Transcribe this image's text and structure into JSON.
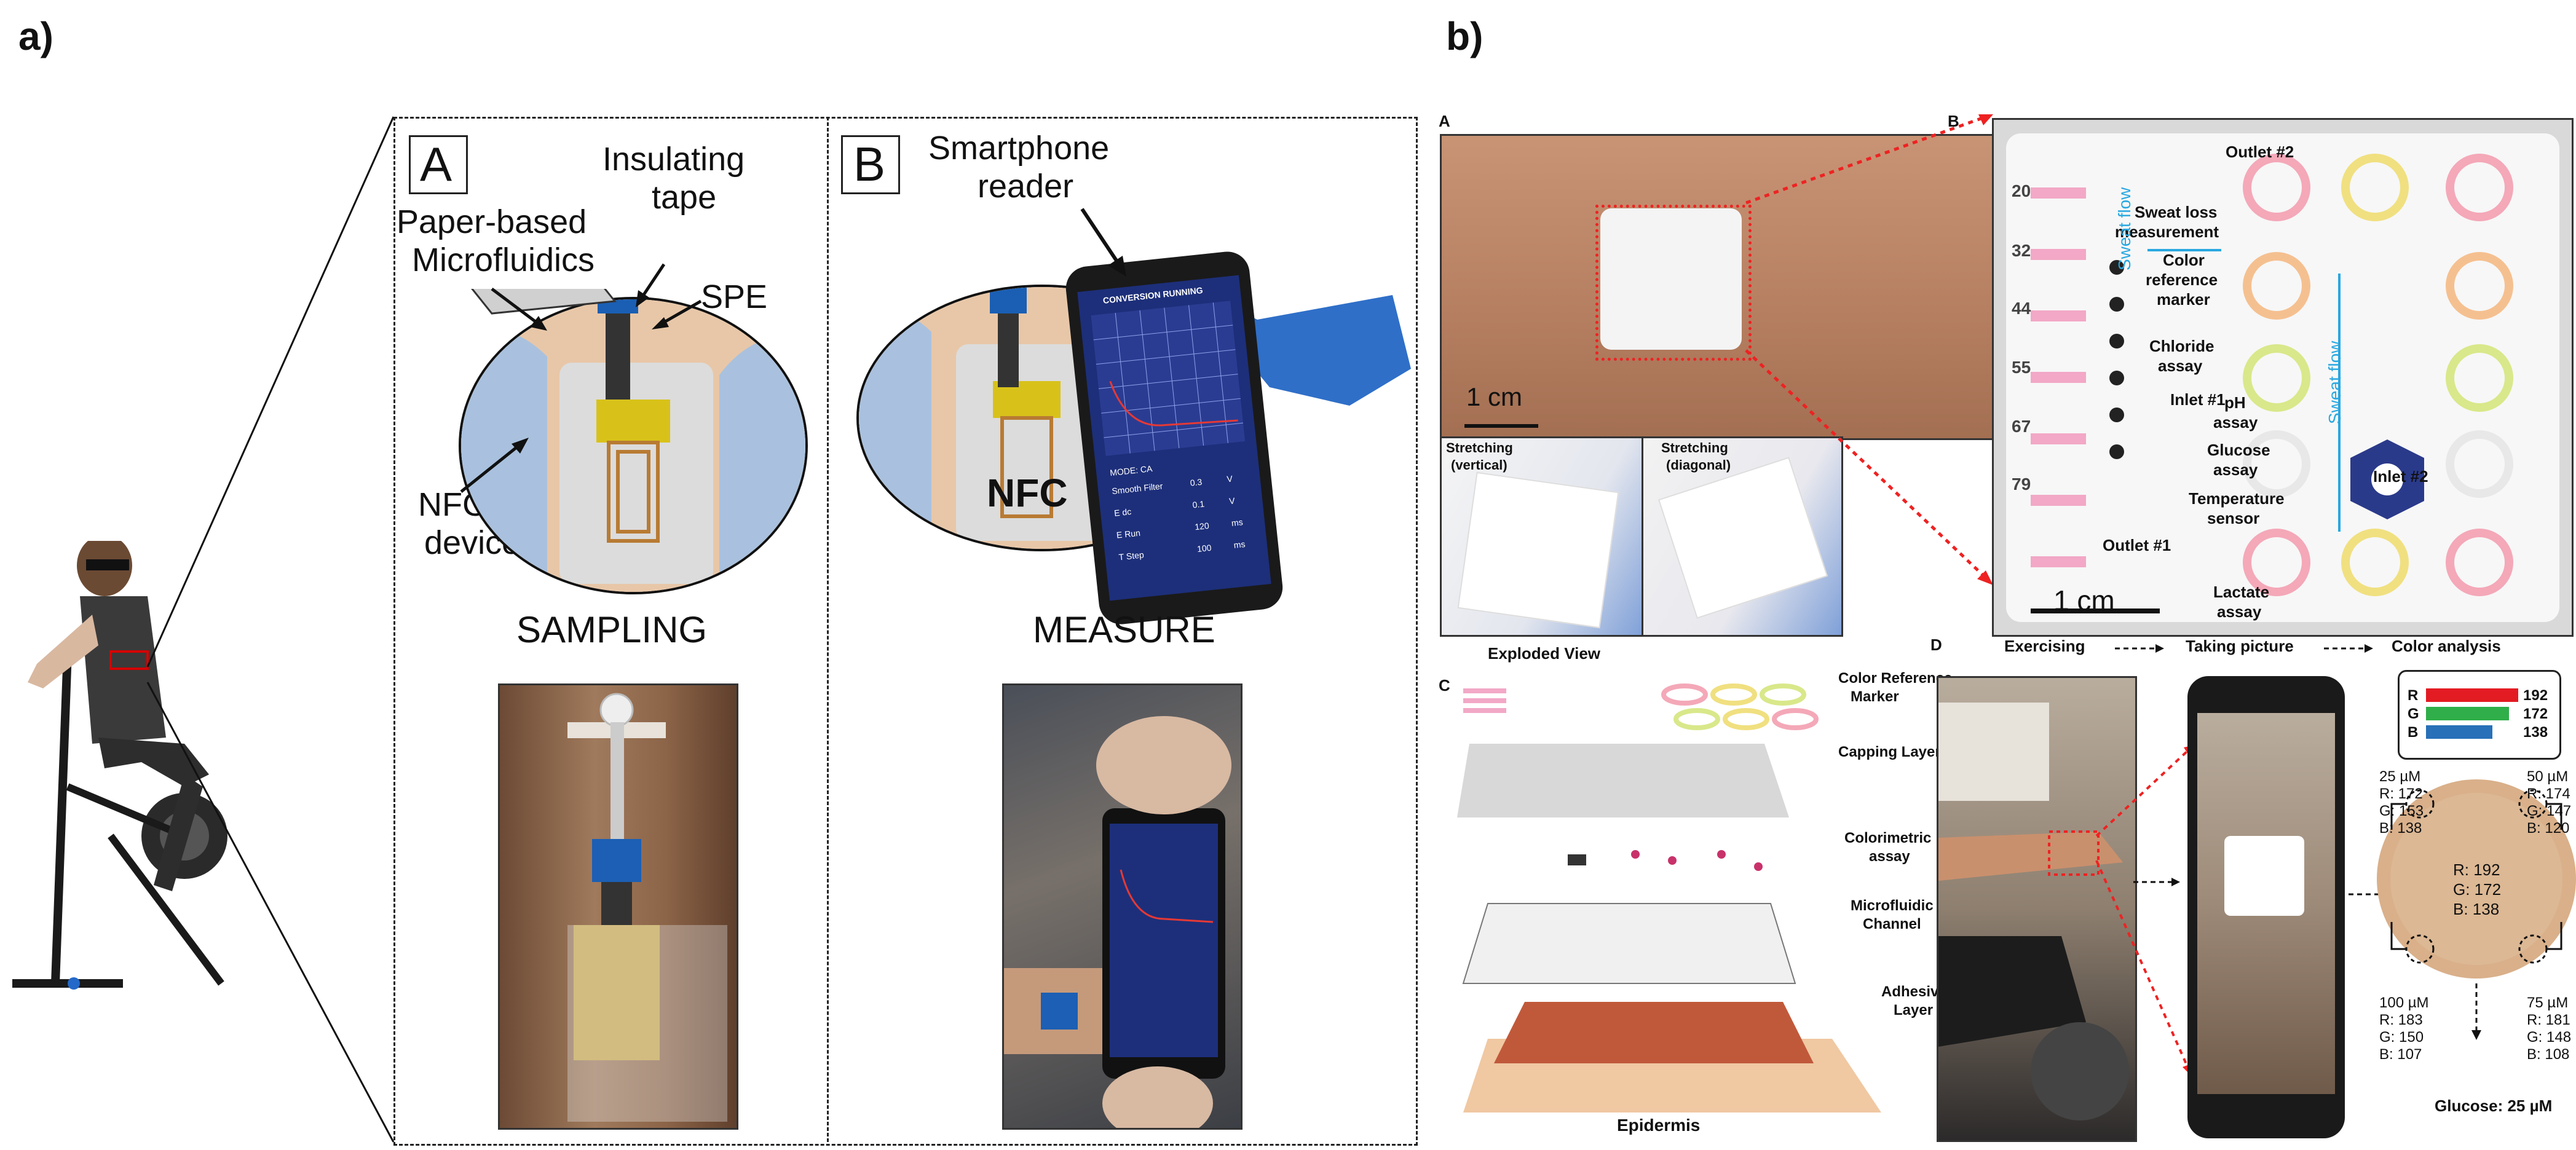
{
  "panel_a": {
    "letter": "a)",
    "sub_a": {
      "letter": "A",
      "labels": [
        "Insulating",
        "tape",
        "Paper-based",
        "Microfluidics",
        "SPE",
        "NFC",
        "device"
      ],
      "caption": "SAMPLING"
    },
    "sub_b": {
      "letter": "B",
      "labels": [
        "Smartphone",
        "reader",
        "NFC"
      ],
      "caption": "MEASURE"
    },
    "phone_screen": {
      "title": "CONVERSION RUNNING",
      "mode": "MODE: CA",
      "rows": [
        [
          "Smooth Filter",
          "0.3",
          "V"
        ],
        [
          "E dc",
          "0.1",
          "V"
        ],
        [
          "E Run",
          "120",
          "ms"
        ],
        [
          "T Step",
          "100",
          "ms"
        ]
      ]
    }
  },
  "panel_b": {
    "letter": "b)",
    "A": {
      "letter": "A",
      "scale": "1 cm",
      "stretch_v": [
        "Stretching",
        "(vertical)"
      ],
      "stretch_d": [
        "Stretching",
        "(diagonal)"
      ]
    },
    "B": {
      "letter": "B",
      "scale": "1 cm",
      "ticks": [
        "20",
        "32",
        "44",
        "55",
        "67",
        "79"
      ],
      "labels": {
        "outlet2": "Outlet #2",
        "sweat_loss": [
          "Sweat loss",
          "measurement"
        ],
        "color_ref": [
          "Color",
          "reference",
          "marker"
        ],
        "chloride": [
          "Chloride",
          "assay"
        ],
        "inlet1": "Inlet #1",
        "ph": [
          "pH",
          "assay"
        ],
        "glucose": [
          "Glucose",
          "assay"
        ],
        "inlet2": "Inlet #2",
        "temp": [
          "Temperature",
          "sensor"
        ],
        "outlet1": "Outlet #1",
        "lactate": [
          "Lactate",
          "assay"
        ],
        "sweat_flow": "Sweat flow"
      }
    },
    "C": {
      "letter": "C",
      "title": "Exploded View",
      "layers": [
        [
          "Color Reference",
          "Marker"
        ],
        [
          "Capping Layer"
        ],
        [
          "Colorimetric",
          "assay"
        ],
        [
          "Microfluidic",
          "Channel"
        ],
        [
          "Adhesive",
          "Layer"
        ]
      ],
      "base": "Epidermis"
    },
    "D": {
      "letter": "D",
      "steps": [
        "Exercising",
        "Taking picture",
        "Color analysis"
      ],
      "rgb": [
        {
          "ch": "R",
          "val": "192",
          "color": "#e31b23",
          "frac": 1.0
        },
        {
          "ch": "G",
          "val": "172",
          "color": "#2fae49",
          "frac": 0.9
        },
        {
          "ch": "B",
          "val": "138",
          "color": "#2870b8",
          "frac": 0.72
        }
      ],
      "center": [
        "R: 192",
        "G: 172",
        "B: 138"
      ],
      "tl": [
        "25 µM",
        "R: 172",
        "G: 153",
        "B: 138"
      ],
      "tr": [
        "50 µM",
        "R: 174",
        "G: 147",
        "B: 120"
      ],
      "bl": [
        "100 µM",
        "R: 183",
        "G: 150",
        "B: 107"
      ],
      "br": [
        "75 µM",
        "R: 181",
        "G: 148",
        "B: 108"
      ],
      "result": "Glucose: 25 µM"
    }
  }
}
